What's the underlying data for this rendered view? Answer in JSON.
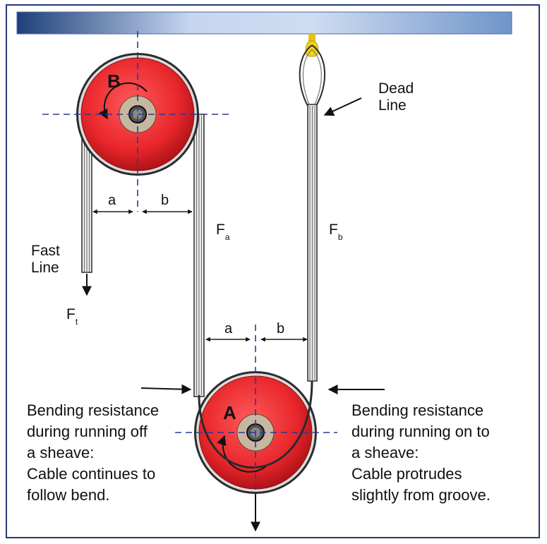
{
  "labels": {
    "sheave_top": "B",
    "sheave_bottom": "A",
    "dead_line": [
      "Dead",
      "Line"
    ],
    "fast_line": [
      "Fast",
      "Line"
    ],
    "force_fast": {
      "main": "F",
      "sub": "t"
    },
    "force_a": {
      "main": "F",
      "sub": "a"
    },
    "force_b": {
      "main": "F",
      "sub": "b"
    },
    "dim_a_top": "a",
    "dim_b_top": "b",
    "dim_a_bottom": "a",
    "dim_b_bottom": "b"
  },
  "notes": {
    "left": [
      "Bending resistance",
      "during running off",
      "a sheave:",
      "Cable continues to",
      "follow bend."
    ],
    "right": [
      "Bending resistance",
      "during running on to",
      "a sheave:",
      "Cable protrudes",
      "slightly from groove."
    ]
  },
  "colors": {
    "sheave": "#e8262b",
    "sheave_rim": "#8a1115",
    "hub": "#c8b7a0",
    "axis": "#2b3a8f",
    "cable": "#2b2b2b",
    "beam_dark": "#1e3f7a",
    "beam_light": "#c5d6ef",
    "hook": "#f0d31a",
    "border": "#243a73"
  }
}
